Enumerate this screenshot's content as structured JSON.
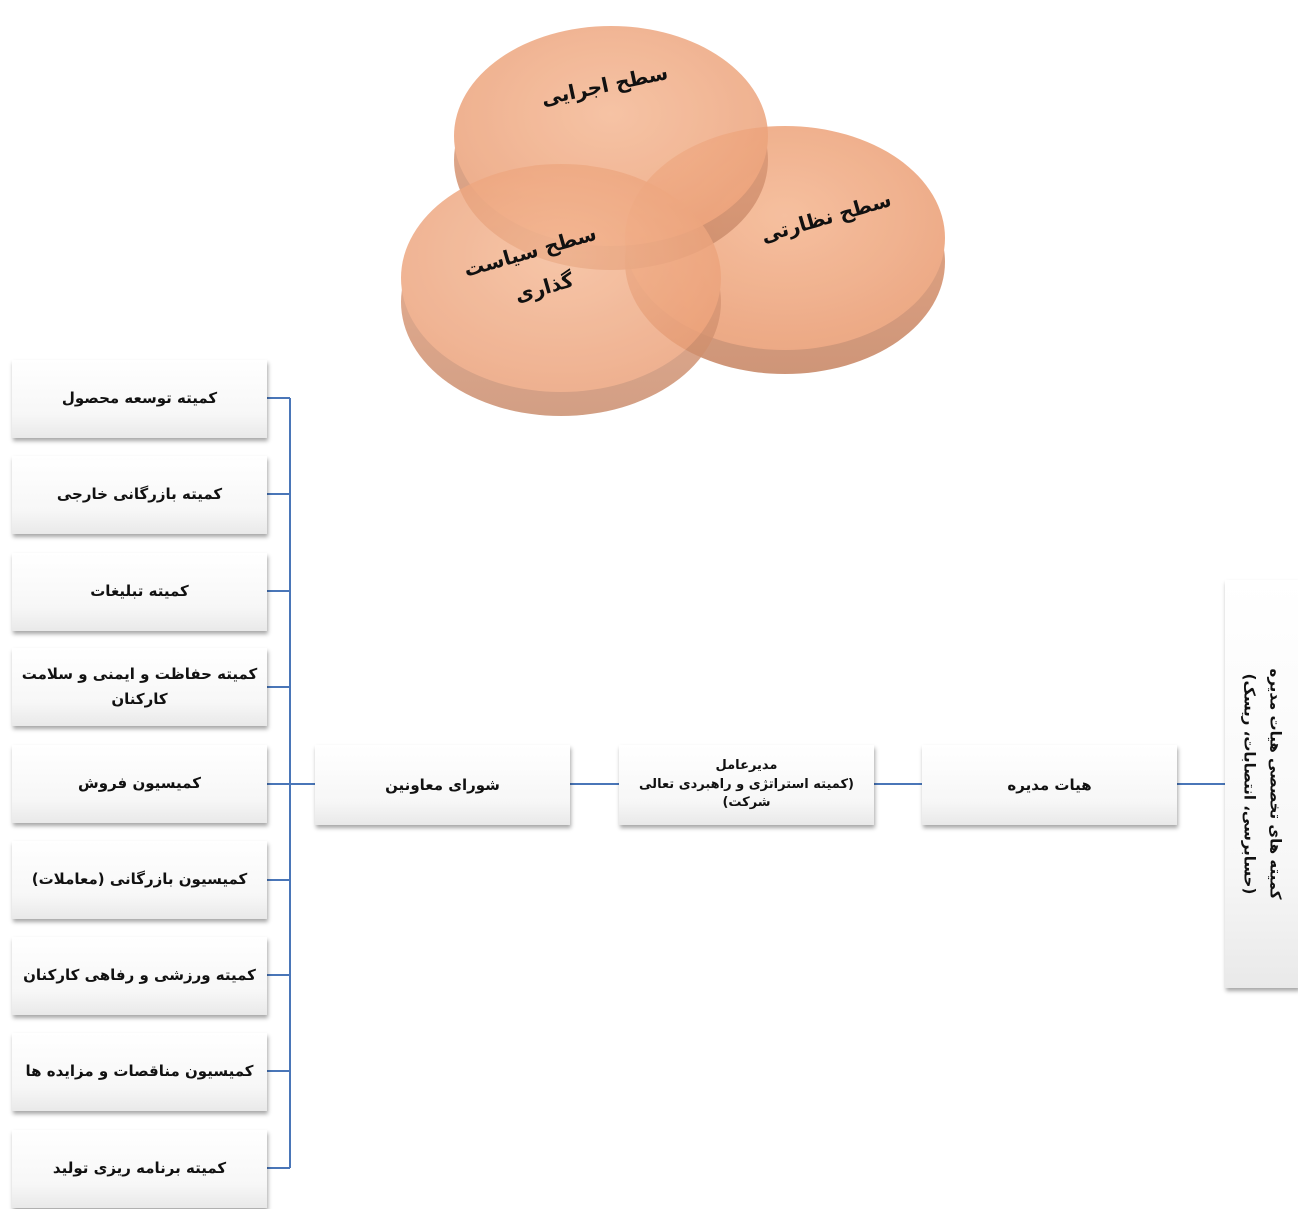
{
  "venn": {
    "top": "سطح اجرایی",
    "right": "سطح نظارتی",
    "left_line1": "سطح سیاست",
    "left_line2": "گذاری"
  },
  "specialized_committees": {
    "line1": "کمیته های تخصصی هیات مدیره",
    "line2": "(حسابرسی، انتصابات، ریسک)"
  },
  "board": "هیات مدیره",
  "ceo": {
    "title": "مدیرعامل",
    "line1": "(کمیته استراتژی و راهبردی تعالی",
    "line2": "شرکت)"
  },
  "deputies_council": "شورای معاونین",
  "committees": [
    "کمیته توسعه محصول",
    "کمیته بازرگانی خارجی",
    "کمیته تبلیغات",
    "کمیته حفاظت و ایمنی و سلامت کارکنان",
    "کمیسیون فروش",
    "کمیسیون بازرگانی (معاملات)",
    "کمیته ورزشی و رفاهی کارکنان",
    "کمیسیون مناقصات و مزایده ها",
    "کمیته برنامه ریزی تولید"
  ],
  "colors": {
    "disc": "#f0a880",
    "disc_edge": "#d99a78",
    "connector": "#4a76b8"
  }
}
